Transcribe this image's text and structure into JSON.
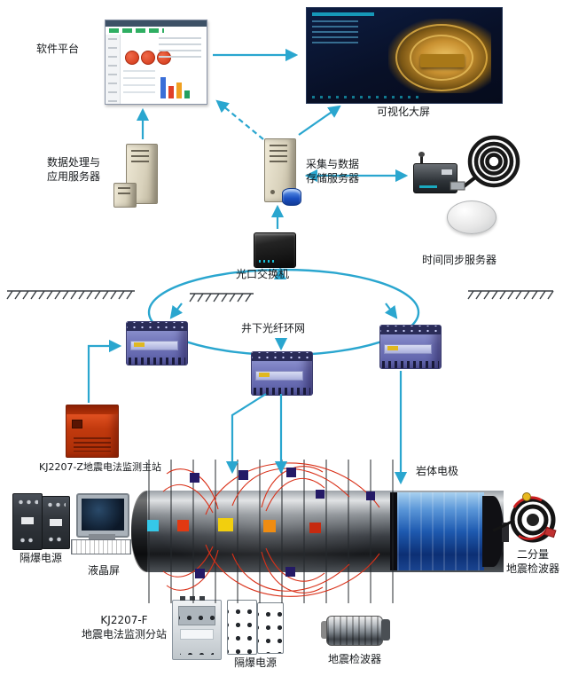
{
  "labels": {
    "software_platform": "软件平台",
    "visual_screen": "可视化大屏",
    "app_server": "数据处理与\n应用服务器",
    "storage_server": "采集与数据\n存储服务器",
    "time_sync": "时间同步服务器",
    "optical_switch": "光口交换机",
    "fiber_ring": "井下光纤环网",
    "main_station": "KJ2207-Z地震电法监测主站",
    "rock_electrode": "岩体电极",
    "power_left": "隔爆电源",
    "lcd": "液晶屏",
    "geophone_2c": "二分量\n地震检波器",
    "substation_f": "KJ2207-F\n地震电法监测分站",
    "power_bottom": "隔爆电源",
    "geophone": "地震检波器"
  },
  "colors": {
    "arrow": "#2aa6cf",
    "ring": "#2aa6cf",
    "field_line": "#d93018",
    "electrode_square": "#241a66",
    "main_station_red": "#c23a0e",
    "substation_purple": "#7478bc",
    "borehole_blue": "#1e5ab0"
  }
}
